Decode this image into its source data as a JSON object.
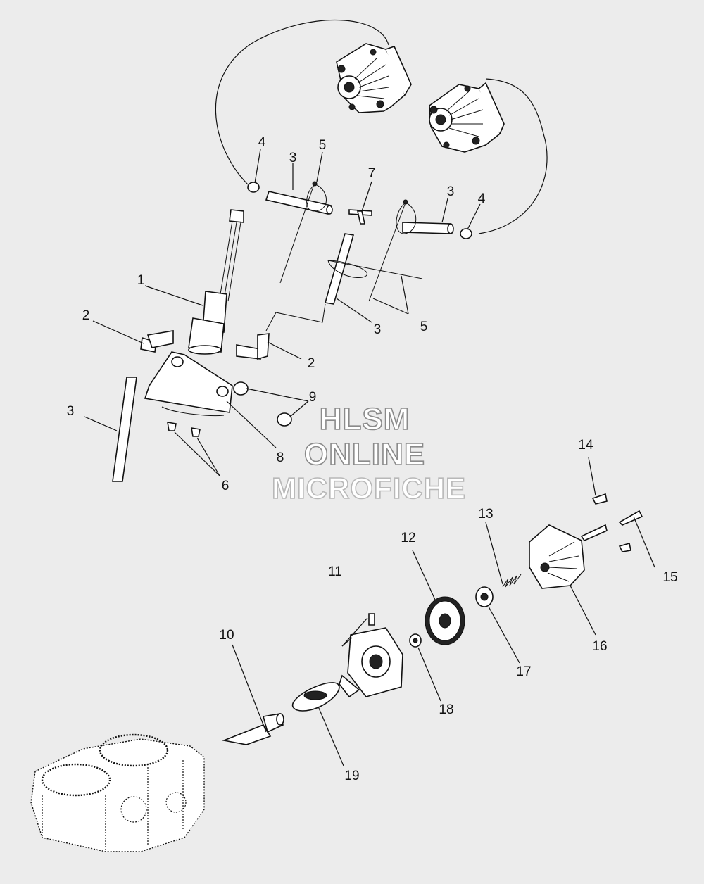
{
  "watermark": {
    "line1": "HLSM",
    "line2": "ONLINE",
    "line3": "MICROFICHE"
  },
  "callouts": [
    {
      "id": "c1",
      "label": "1"
    },
    {
      "id": "c2a",
      "label": "2"
    },
    {
      "id": "c2b",
      "label": "2"
    },
    {
      "id": "c3a",
      "label": "3"
    },
    {
      "id": "c3b",
      "label": "3"
    },
    {
      "id": "c3c",
      "label": "3"
    },
    {
      "id": "c3d",
      "label": "3"
    },
    {
      "id": "c4a",
      "label": "4"
    },
    {
      "id": "c4b",
      "label": "4"
    },
    {
      "id": "c5a",
      "label": "5"
    },
    {
      "id": "c5b",
      "label": "5"
    },
    {
      "id": "c6",
      "label": "6"
    },
    {
      "id": "c7",
      "label": "7"
    },
    {
      "id": "c8",
      "label": "8"
    },
    {
      "id": "c9",
      "label": "9"
    },
    {
      "id": "c10",
      "label": "10"
    },
    {
      "id": "c11",
      "label": "11"
    },
    {
      "id": "c12",
      "label": "12"
    },
    {
      "id": "c13",
      "label": "13"
    },
    {
      "id": "c14",
      "label": "14"
    },
    {
      "id": "c15",
      "label": "15"
    },
    {
      "id": "c16",
      "label": "16"
    },
    {
      "id": "c17",
      "label": "17"
    },
    {
      "id": "c18",
      "label": "18"
    },
    {
      "id": "c19",
      "label": "19"
    }
  ]
}
